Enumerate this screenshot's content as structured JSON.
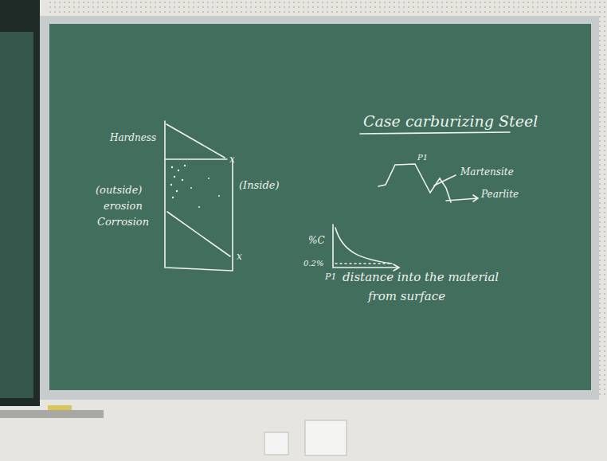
{
  "diagram": {
    "title": "Case carburizing Steel",
    "labels": [
      "Hardness",
      "x",
      "(outside)",
      "(Inside)",
      "erosion",
      "Corrosion",
      "x",
      "P1",
      "Martensite",
      "Pearlite",
      "%C",
      "0.2%",
      "P1",
      "distance into the material",
      "from surface"
    ]
  }
}
